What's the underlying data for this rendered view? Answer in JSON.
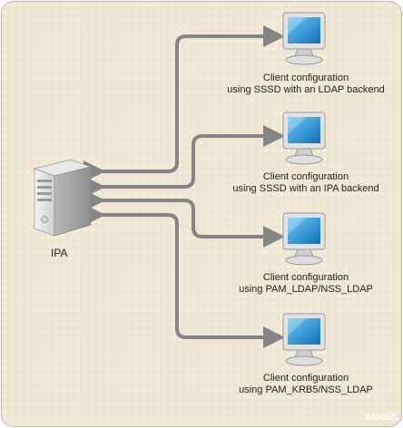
{
  "server": {
    "name": "IPA",
    "icon": "server-tower-icon"
  },
  "clients": [
    {
      "line1": "Client configuration",
      "line2": "using SSSD with an LDAP backend",
      "icon": "monitor-icon"
    },
    {
      "line1": "Client configuration",
      "line2": "using SSSD with an IPA backend",
      "icon": "monitor-icon"
    },
    {
      "line1": "Client configuration",
      "line2": "using PAM_LDAP/NSS_LDAP",
      "icon": "monitor-icon"
    },
    {
      "line1": "Client configuration",
      "line2": "using PAM_KRB5/NSS_LDAP",
      "icon": "monitor-icon"
    }
  ],
  "watermark": "#49658",
  "colors": {
    "background": "#efe6d3",
    "arrow": "#858585",
    "screen": "#1e8fd6"
  }
}
